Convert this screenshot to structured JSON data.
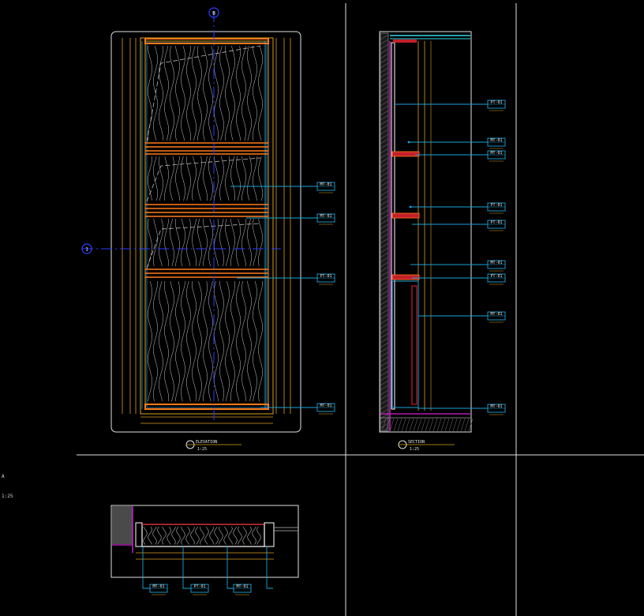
{
  "drawing": {
    "grid_marker_top": "B",
    "grid_marker_left": "1",
    "elevation_title": "ELEVATION",
    "elevation_scale": "1:25",
    "section_title": "SECTION",
    "section_scale": "1:25",
    "side_note_1": "A",
    "side_note_2": "1:25"
  },
  "callouts": [
    {
      "code": "MT-01"
    },
    {
      "code": "MT-01"
    },
    {
      "code": "PT-01"
    },
    {
      "code": "MT-01"
    },
    {
      "code": "PT-01"
    },
    {
      "code": "MT-01"
    },
    {
      "code": "MT-01"
    },
    {
      "code": "PT-01"
    },
    {
      "code": "PT-01"
    },
    {
      "code": "MT-01"
    },
    {
      "code": "PT-01"
    },
    {
      "code": "MT-01"
    },
    {
      "code": "MT-01"
    },
    {
      "code": "MT-01"
    },
    {
      "code": "PT-01"
    },
    {
      "code": "MT-01"
    }
  ],
  "colors": {
    "frame": "#d9a21b",
    "shelf": "#ff7a1a",
    "leader": "#1aa3d9",
    "axis": "#2d3cff",
    "wall": "#d21fd2",
    "panel": "#ffffff",
    "hatch": "#9a9a9a",
    "cyan": "#34d6e6"
  }
}
